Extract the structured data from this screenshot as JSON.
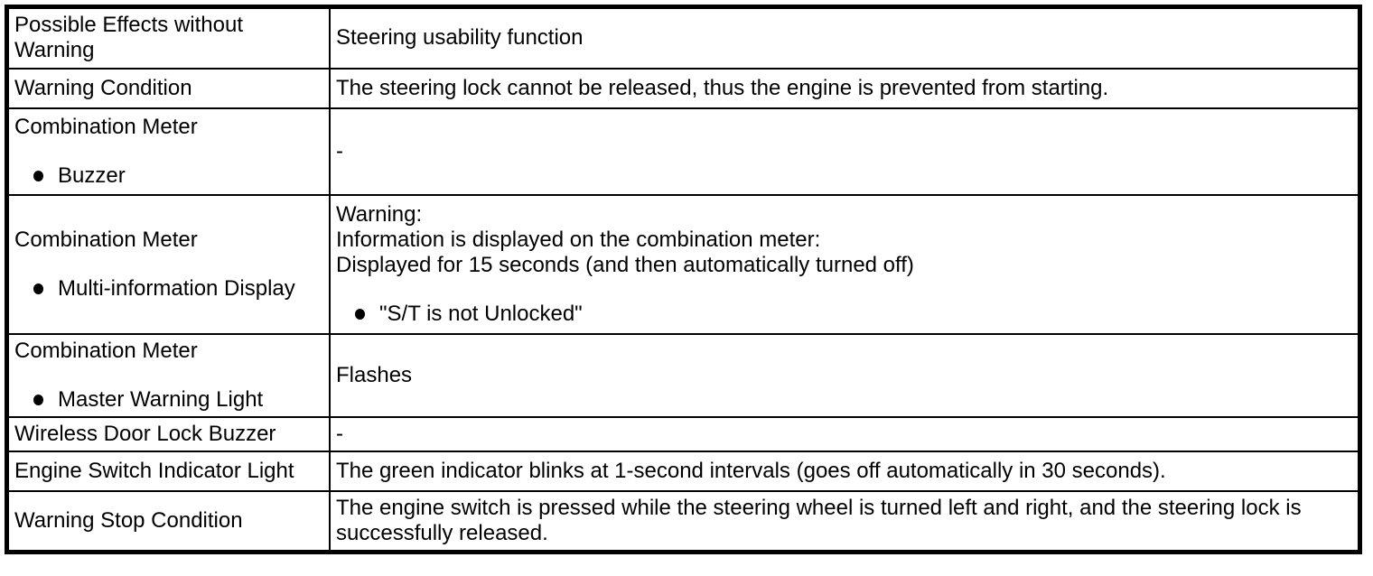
{
  "page": {
    "background_color": "#ffffff",
    "text_color": "#000000",
    "border_color": "#000000"
  },
  "table": {
    "rows": [
      {
        "label": {
          "lines": [
            "Possible Effects without Warning"
          ],
          "bullet": null
        },
        "value": {
          "lines": [
            "Steering usability function"
          ],
          "bullet": null
        }
      },
      {
        "label": {
          "lines": [
            "Warning Condition"
          ],
          "bullet": null
        },
        "value": {
          "lines": [
            "The steering lock cannot be released, thus the engine is prevented from starting."
          ],
          "bullet": null
        }
      },
      {
        "label": {
          "lines": [
            "Combination Meter"
          ],
          "bullet": "Buzzer"
        },
        "value": {
          "lines": [
            "-"
          ],
          "bullet": null
        }
      },
      {
        "label": {
          "lines": [
            "Combination Meter"
          ],
          "bullet": "Multi-information Display"
        },
        "value": {
          "lines": [
            "Warning:",
            "Information is displayed on the combination meter:",
            "Displayed for 15 seconds (and then automatically turned off)"
          ],
          "bullet": "\"S/T is not Unlocked\""
        }
      },
      {
        "label": {
          "lines": [
            "Combination Meter"
          ],
          "bullet": "Master Warning Light"
        },
        "value": {
          "lines": [
            "Flashes"
          ],
          "bullet": null
        }
      },
      {
        "label": {
          "lines": [
            "Wireless Door Lock Buzzer"
          ],
          "bullet": null
        },
        "value": {
          "lines": [
            "-"
          ],
          "bullet": null
        }
      },
      {
        "label": {
          "lines": [
            "Engine Switch Indicator Light"
          ],
          "bullet": null
        },
        "value": {
          "lines": [
            "The green indicator blinks at 1-second intervals (goes off automatically in 30 seconds)."
          ],
          "bullet": null
        }
      },
      {
        "label": {
          "lines": [
            "Warning Stop Condition"
          ],
          "bullet": null
        },
        "value": {
          "lines": [
            "The engine switch is pressed while the steering wheel is turned left and right, and the steering lock is successfully released."
          ],
          "bullet": null
        }
      }
    ]
  }
}
